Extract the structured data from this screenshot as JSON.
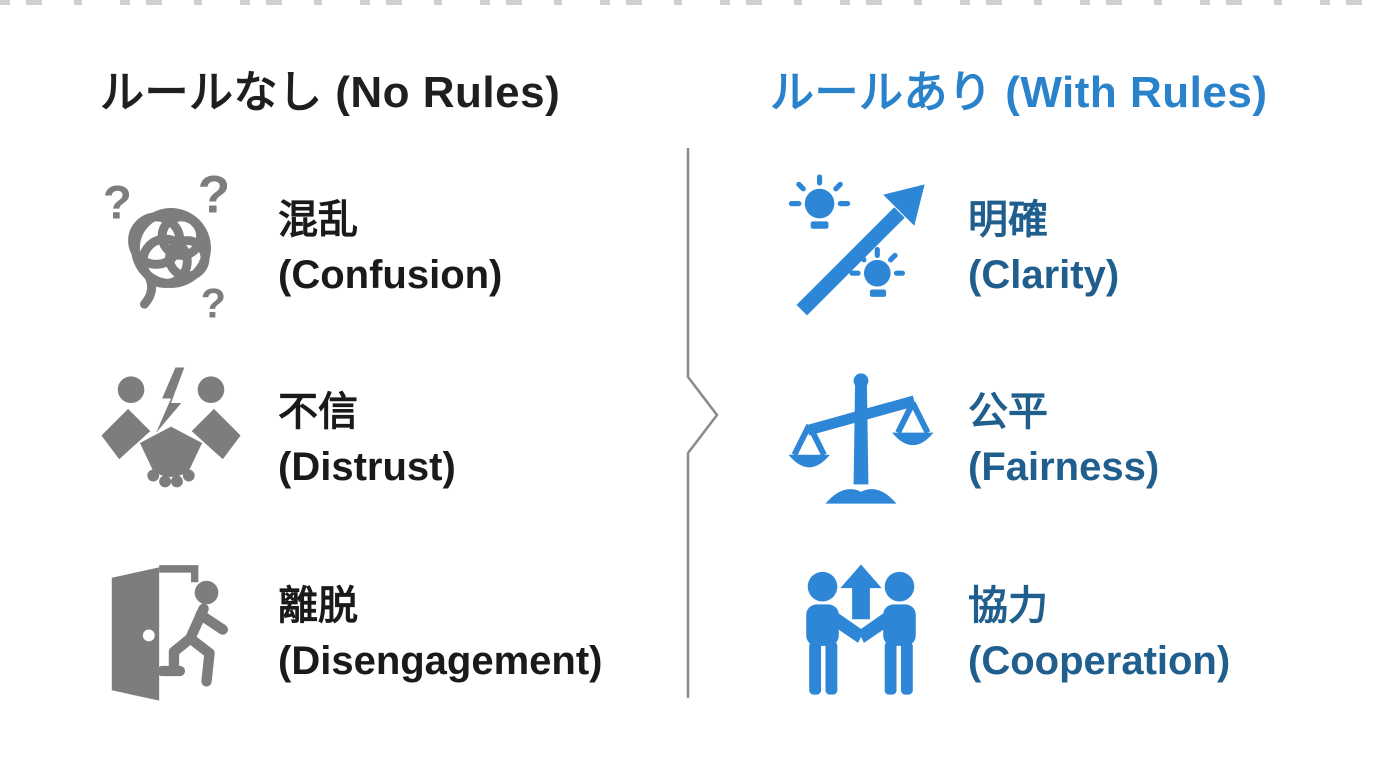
{
  "left": {
    "title": "ルールなし (No Rules)",
    "colors": {
      "title": "#1f1f1f",
      "text": "#1a1a1a",
      "icon": "#7d7d7d"
    },
    "items": [
      {
        "jp": "混乱",
        "en": "(Confusion)",
        "icon": "tangled-scribble-icon"
      },
      {
        "jp": "不信",
        "en": "(Distrust)",
        "icon": "broken-handshake-icon"
      },
      {
        "jp": "離脱",
        "en": "(Disengagement)",
        "icon": "exit-door-icon"
      }
    ]
  },
  "right": {
    "title": "ルールあり (With Rules)",
    "colors": {
      "title": "#2a82cb",
      "text": "#1f5e8d",
      "icon": "#2e86d6"
    },
    "items": [
      {
        "jp": "明確",
        "en": "(Clarity)",
        "icon": "ideas-growth-arrow-icon"
      },
      {
        "jp": "公平",
        "en": "(Fairness)",
        "icon": "balance-scale-icon"
      },
      {
        "jp": "協力",
        "en": "(Cooperation)",
        "icon": "partnership-up-arrow-icon"
      }
    ]
  },
  "divider": {
    "color": "#8a8a8a"
  }
}
